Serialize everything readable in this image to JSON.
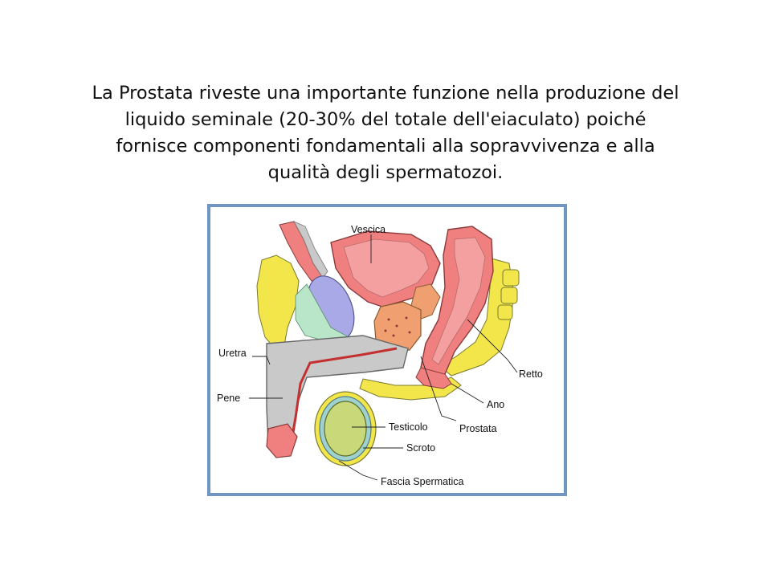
{
  "slide": {
    "paragraph_lines": [
      "La Prostata riveste una importante funzione nella produzione del",
      "liquido seminale (20-30% del totale dell'eiaculato) poiché",
      "fornisce componenti fondamentali alla sopravvivenza e alla",
      "qualità degli spermatozoi."
    ]
  },
  "figure": {
    "labels": {
      "vescica": "Vescica",
      "uretra": "Uretra",
      "pene": "Pene",
      "retto": "Retto",
      "ano": "Ano",
      "testicolo": "Testicolo",
      "prostata": "Prostata",
      "scroto": "Scroto",
      "fascia": "Fascia Spermatica"
    },
    "colors": {
      "frame": "#6f96c2",
      "fat": "#f2e64a",
      "bladder": "#f08080",
      "bone": "#c9c9c9",
      "prostate": "#f0a070",
      "testis": "#c9d97a",
      "pubic": "#a9a9e8",
      "tissue": "#b9e6c9"
    }
  }
}
